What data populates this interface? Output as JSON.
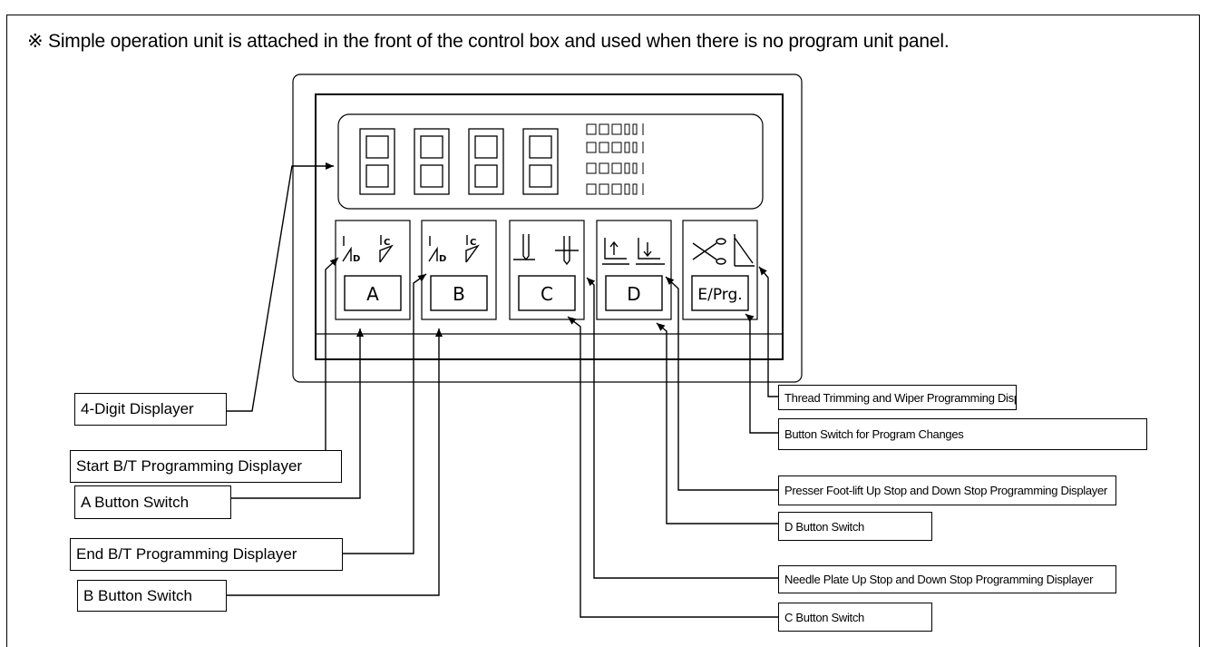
{
  "note": "※ Simple operation unit is attached in the front of the control box and used when there is no program unit panel.",
  "display": {
    "digits": [
      "8",
      "8",
      "8",
      "8"
    ]
  },
  "keys": [
    {
      "letter": "A",
      "icon": "start-bt-icon"
    },
    {
      "letter": "B",
      "icon": "end-bt-icon"
    },
    {
      "letter": "C",
      "icon": "needle-stop-icon"
    },
    {
      "letter": "D",
      "icon": "presser-foot-icon"
    },
    {
      "letter": "E/Prg.",
      "icon": "scissors-wiper-icon"
    }
  ],
  "labels": {
    "four_digit": "4-Digit Displayer",
    "start_bt": "Start B/T Programming Displayer",
    "a_switch": "A Button Switch",
    "end_bt": "End B/T Programming Displayer",
    "b_switch": "B Button Switch",
    "thread_trim": "Thread Trimming and Wiper Programming Displayer",
    "prog_change": "Button Switch for Program Changes",
    "presser_foot": "Presser Foot-lift Up Stop and Down Stop Programming Displayer",
    "d_switch": "D Button Switch",
    "needle_plate": "Needle Plate Up Stop and Down Stop Programming Displayer",
    "c_switch": "C Button Switch"
  }
}
